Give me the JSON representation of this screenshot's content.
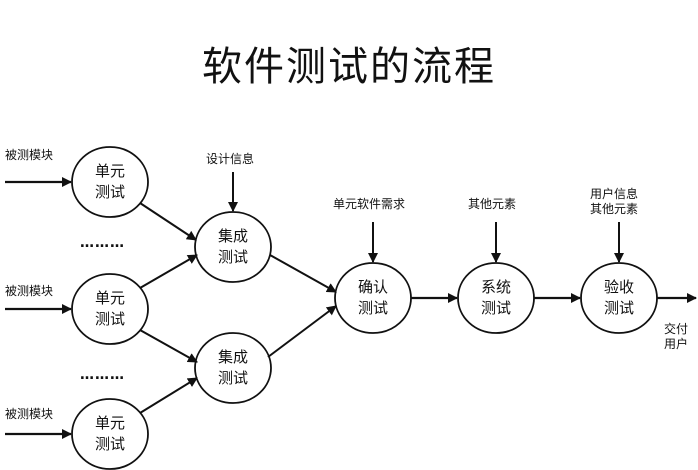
{
  "title": "软件测试的流程",
  "nodes": {
    "unit1": [
      "单元",
      "测试"
    ],
    "unit2": [
      "单元",
      "测试"
    ],
    "unit3": [
      "单元",
      "测试"
    ],
    "integration1": [
      "集成",
      "测试"
    ],
    "integration2": [
      "集成",
      "测试"
    ],
    "confirm": [
      "确认",
      "测试"
    ],
    "system": [
      "系统",
      "测试"
    ],
    "acceptance": [
      "验收",
      "测试"
    ]
  },
  "inputs": {
    "module1": "被测模块",
    "module2": "被测模块",
    "module3": "被测模块",
    "design_info": "设计信息",
    "unit_requirements": "单元软件需求",
    "other_elements": "其他元素",
    "user_info": [
      "用户信息",
      "其他元素"
    ],
    "deliver": [
      "交付",
      "用户"
    ]
  },
  "ellipsis": "………",
  "colors": {
    "stroke": "#111111",
    "background": "#ffffff"
  }
}
